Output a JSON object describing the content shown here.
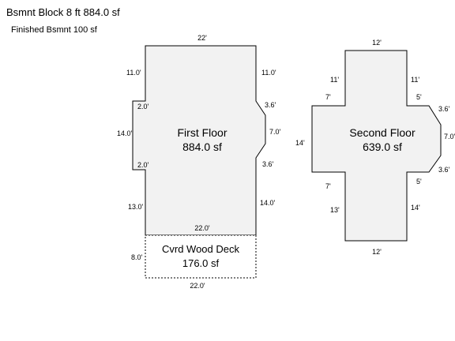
{
  "header": {
    "line1": "Bsmnt Block 8 ft 884.0 sf",
    "line2": "Finished Bsmnt 100 sf"
  },
  "first_floor": {
    "name": "First Floor",
    "area": "884.0 sf",
    "dims": {
      "top": "22'",
      "left_upper": "11.0'",
      "left_notch_top": "2.0'",
      "left_middle": "14.0'",
      "left_notch_bottom": "2.0'",
      "left_lower": "13.0'",
      "right_upper": "11.0'",
      "right_angle_top": "3.6'",
      "right_middle": "7.0'",
      "right_angle_bottom": "3.6'",
      "right_lower": "14.0'",
      "bottom": "22.0'"
    }
  },
  "deck": {
    "name": "Cvrd Wood Deck",
    "area": "176.0 sf",
    "dims": {
      "left": "8.0'",
      "bottom": "22.0'"
    }
  },
  "second_floor": {
    "name": "Second Floor",
    "area": "639.0 sf",
    "dims": {
      "top": "12'",
      "upper_left_arm": "11'",
      "upper_right_arm": "11'",
      "left_upper_step": "7'",
      "right_upper_step": "5'",
      "right_angle_top": "3.6'",
      "left_side": "14'",
      "right_side": "7.0'",
      "left_lower_step": "7'",
      "right_lower_step": "5'",
      "right_angle_bottom": "3.6'",
      "lower_left_arm": "13'",
      "lower_right_arm": "14'",
      "bottom": "12'"
    }
  }
}
